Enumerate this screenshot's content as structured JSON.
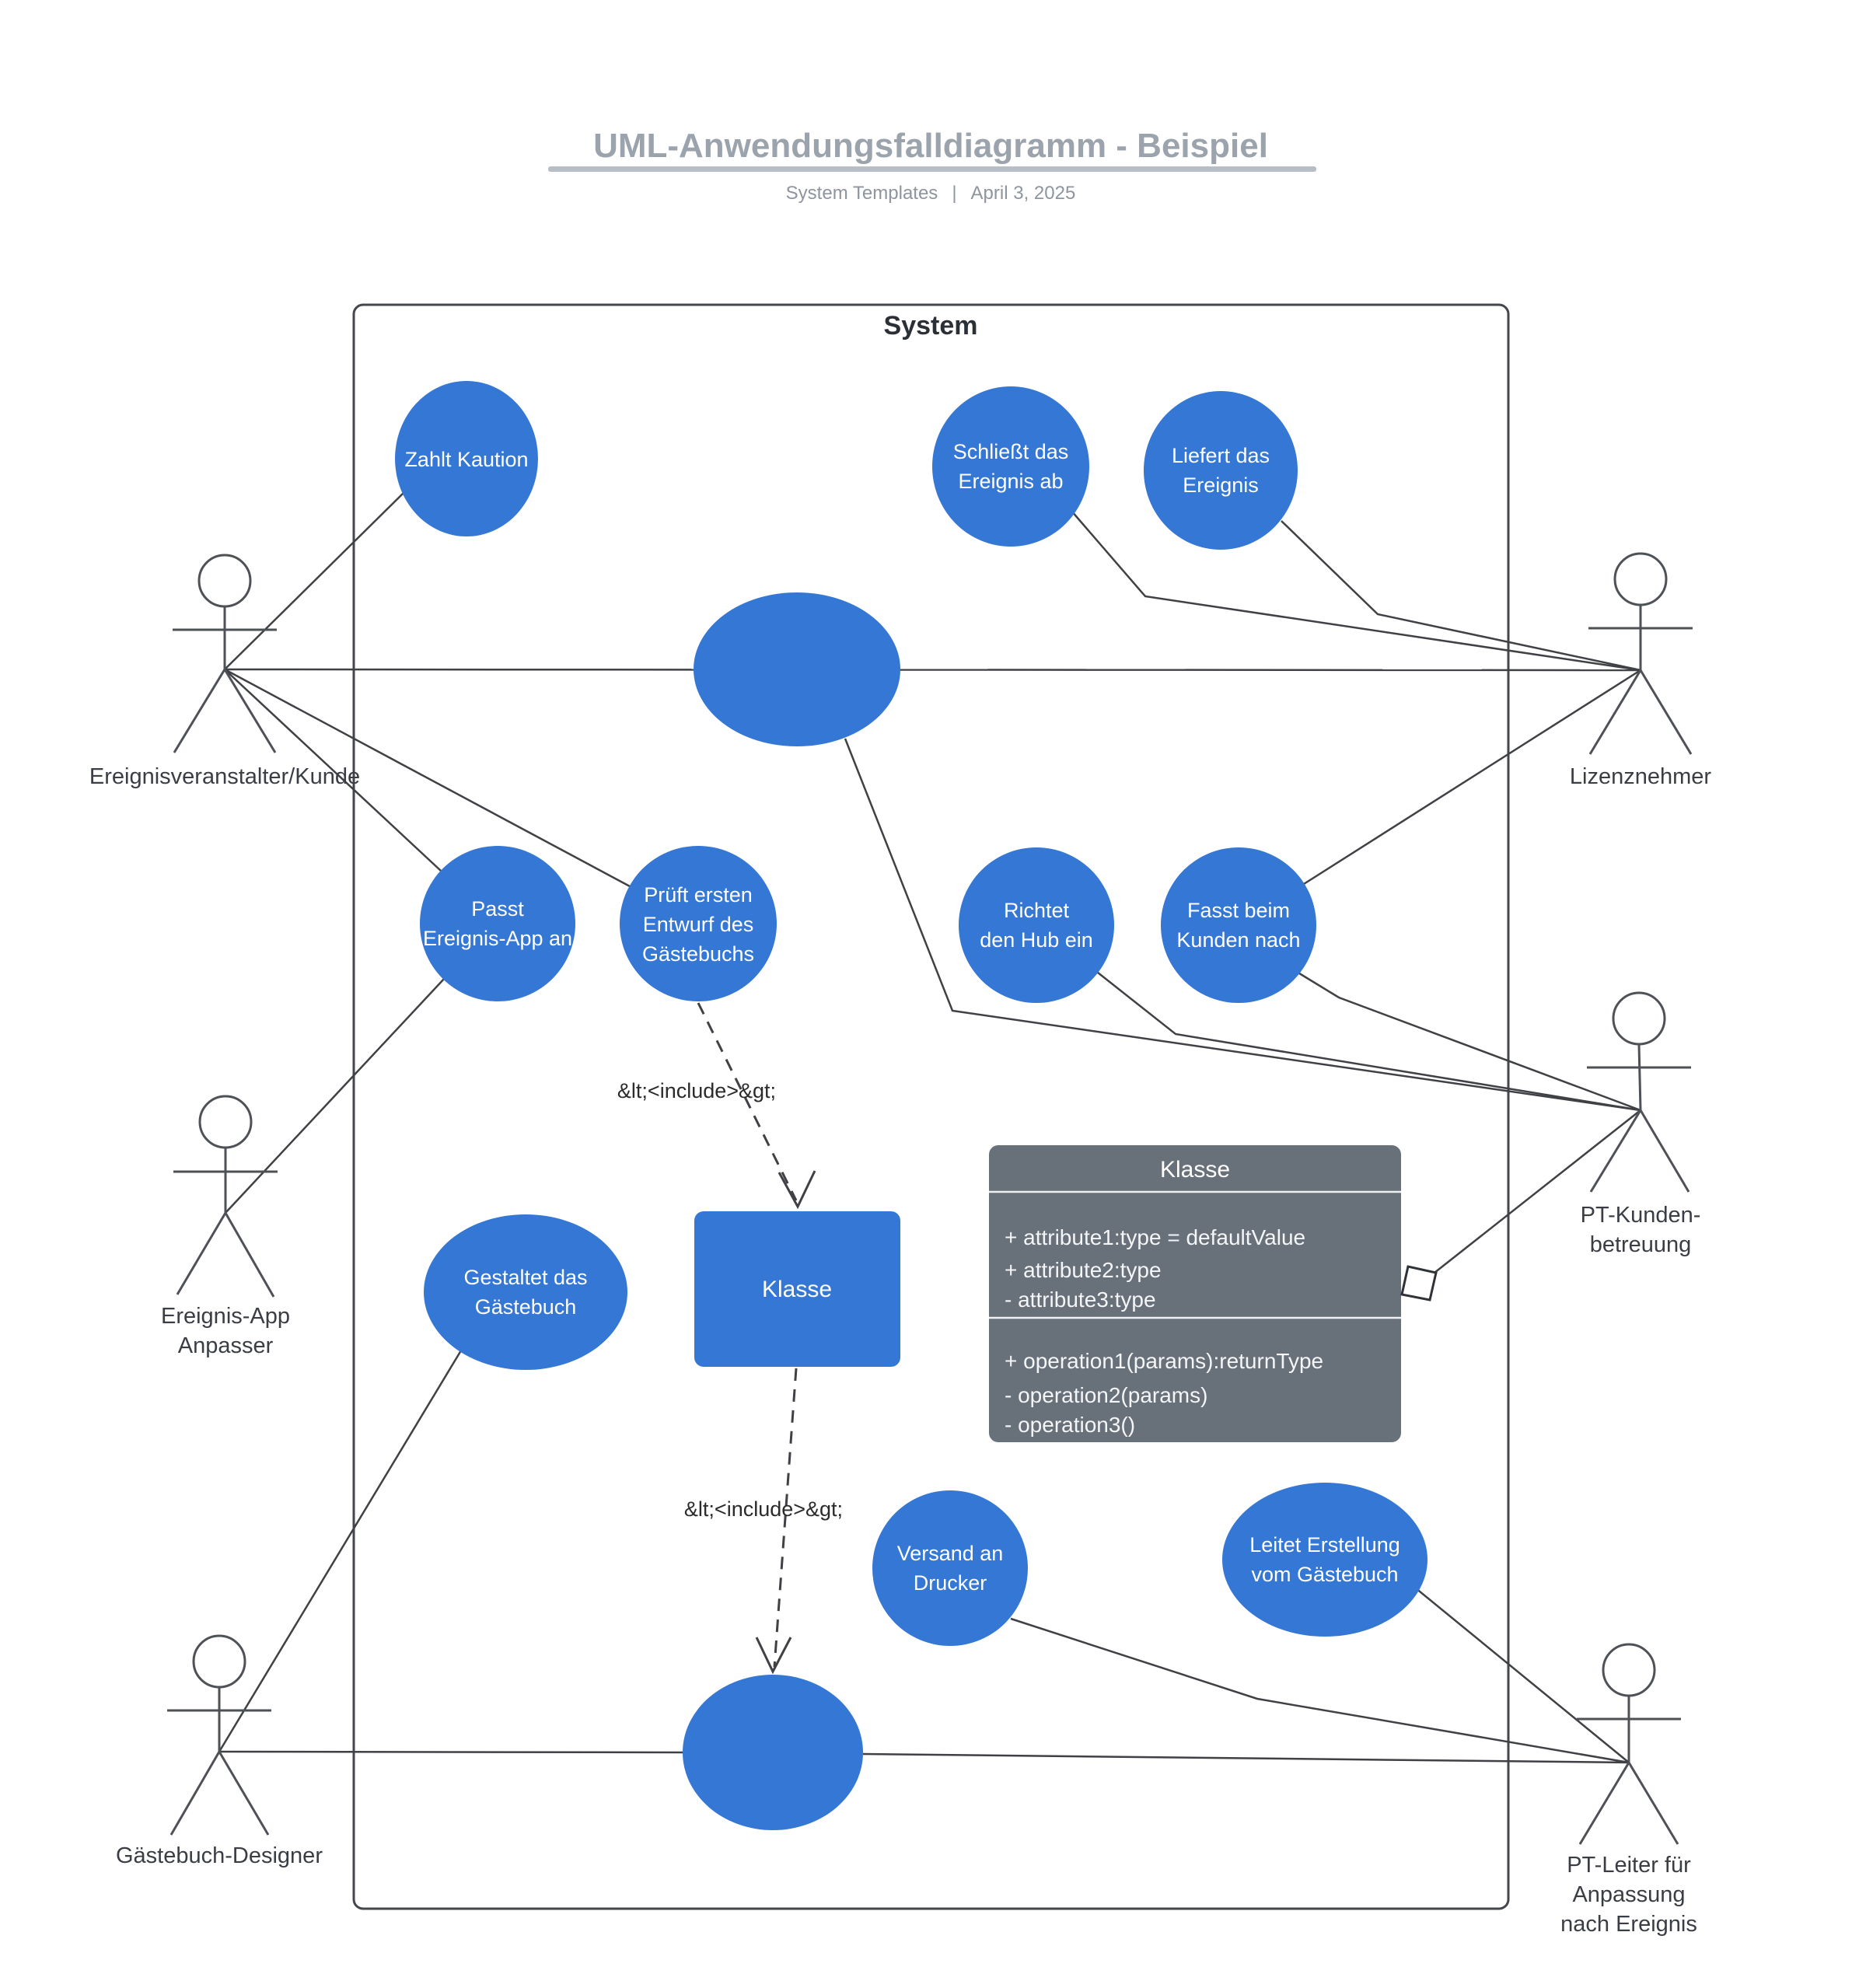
{
  "header": {
    "title": "UML-Anwendungsfalldiagramm - Beispiel",
    "source": "System Templates",
    "divider": "|",
    "date": "April 3, 2025"
  },
  "system": {
    "label": "System"
  },
  "usecases": {
    "zahlt_kaution": {
      "line1": "Zahlt Kaution"
    },
    "schliesst_ereignis": {
      "line1": "Schließt das",
      "line2": "Ereignis ab"
    },
    "liefert_ereignis": {
      "line1": "Liefert das",
      "line2": "Ereignis"
    },
    "passt_app": {
      "line1": "Passt",
      "line2": "Ereignis-App an"
    },
    "prueft_entwurf": {
      "line1": "Prüft ersten",
      "line2": "Entwurf des",
      "line3": "Gästebuchs"
    },
    "richtet_hub": {
      "line1": "Richtet",
      "line2": "den Hub ein"
    },
    "fasst_nach": {
      "line1": "Fasst beim",
      "line2": "Kunden nach"
    },
    "gestaltet_gaestebuch": {
      "line1": "Gestaltet das",
      "line2": "Gästebuch"
    },
    "versand_drucker": {
      "line1": "Versand an",
      "line2": "Drucker"
    },
    "leitet_erstellung": {
      "line1": "Leitet Erstellung",
      "line2": "vom Gästebuch"
    }
  },
  "class_node": {
    "label": "Klasse"
  },
  "class_box": {
    "title": "Klasse",
    "attributes": [
      "+ attribute1:type = defaultValue",
      "+ attribute2:type",
      "- attribute3:type"
    ],
    "operations": [
      "+ operation1(params):returnType",
      "- operation2(params)",
      "- operation3()"
    ]
  },
  "include_labels": {
    "top": "&lt;<include>&gt;",
    "bottom": "&lt;<include>&gt;"
  },
  "actors": {
    "ereignisveranstalter": {
      "line1": "Ereignisveranstalter/Kunde"
    },
    "lizenznehmer": {
      "line1": "Lizenznehmer"
    },
    "ereignis_app_anpasser": {
      "line1": "Ereignis-App",
      "line2": "Anpasser"
    },
    "pt_kundenbetreuung": {
      "line1": "PT-Kunden-",
      "line2": "betreuung"
    },
    "gaestebuch_designer": {
      "line1": "Gästebuch-Designer"
    },
    "pt_leiter": {
      "line1": "PT-Leiter für",
      "line2": "Anpassung",
      "line3": "nach Ereignis"
    }
  },
  "colors": {
    "node_blue": "#3577d4",
    "class_gray": "#68707a",
    "line_dark": "#3f4145",
    "actor_stroke": "#4e5156",
    "label_dark": "#3a3e44",
    "title_gray": "#9ba3ac",
    "rule_gray": "#b8bec5",
    "subtitle_gray": "#8e959e",
    "system_text": "#2b2f36",
    "box_border": "#43464c",
    "divider_light": "#eef0f2"
  }
}
